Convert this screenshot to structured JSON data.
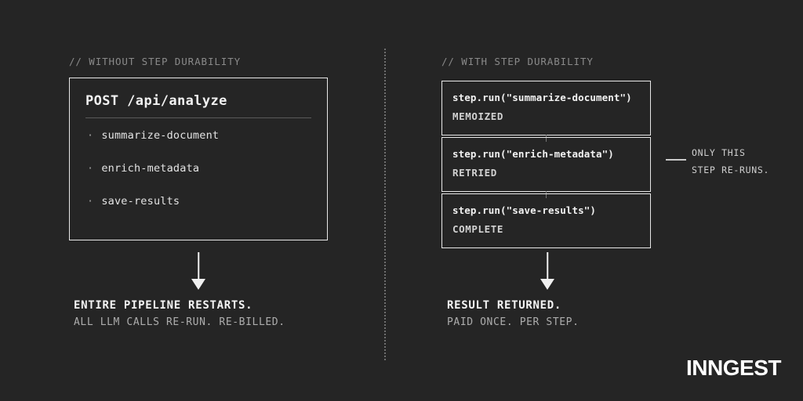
{
  "theme": {
    "background": "#252525",
    "border": "#e8e8e8",
    "text_primary": "#f2f2f2",
    "text_secondary": "#adadad",
    "text_muted": "#8a8a8a",
    "divider": "#6e6e6e"
  },
  "left_panel": {
    "comment": "// WITHOUT STEP DURABILITY",
    "box": {
      "title": "POST /api/analyze",
      "steps": [
        {
          "bullet": "·",
          "label": "summarize-document"
        },
        {
          "bullet": "·",
          "label": "enrich-metadata"
        },
        {
          "bullet": "·",
          "label": "save-results"
        }
      ]
    },
    "outcome": {
      "primary": "ENTIRE PIPELINE RESTARTS.",
      "secondary": "ALL LLM CALLS RE-RUN. RE-BILLED."
    }
  },
  "right_panel": {
    "comment": "// WITH STEP DURABILITY",
    "steps": [
      {
        "code": "step.run(\"summarize-document\")",
        "status": "MEMOIZED"
      },
      {
        "code": "step.run(\"enrich-metadata\")",
        "status": "RETRIED"
      },
      {
        "code": "step.run(\"save-results\")",
        "status": "COMPLETE"
      }
    ],
    "callout": {
      "lines": [
        "ONLY THIS",
        "STEP RE-RUNS."
      ]
    },
    "outcome": {
      "primary": "RESULT RETURNED.",
      "secondary": "PAID ONCE. PER STEP."
    }
  },
  "brand": {
    "logo": "INNGEST"
  }
}
